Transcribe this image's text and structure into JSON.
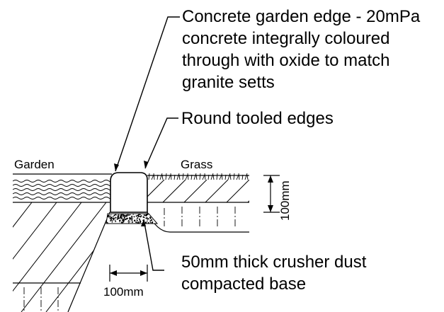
{
  "labels": {
    "callout_top": [
      "Concrete garden edge - 20mPa",
      "concrete integrally coloured",
      "through with oxide to match",
      "granite setts"
    ],
    "callout_edges": "Round tooled edges",
    "callout_base": [
      "50mm thick crusher dust",
      "compacted base"
    ],
    "garden": "Garden",
    "grass": "Grass",
    "dim_vertical": "100mm",
    "dim_horizontal": "100mm"
  },
  "colors": {
    "ink": "#000000",
    "paper": "#ffffff"
  }
}
